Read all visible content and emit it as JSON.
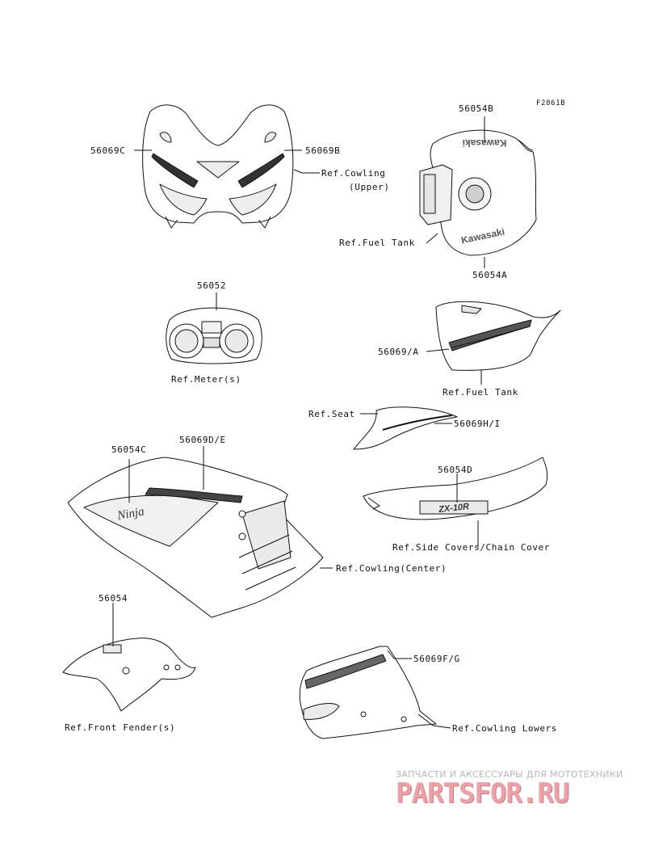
{
  "figure_id": "F2861B",
  "labels": {
    "p56069c": "56069C",
    "p56069b": "56069B",
    "ref_cowling_upper": "Ref.Cowling",
    "ref_cowling_upper_2": "(Upper)",
    "p56054b": "56054B",
    "ref_fuel_tank_1": "Ref.Fuel Tank",
    "p56054a": "56054A",
    "p56052": "56052",
    "ref_meter": "Ref.Meter(s)",
    "p56069a": "56069/A",
    "ref_fuel_tank_2": "Ref.Fuel Tank",
    "ref_seat": "Ref.Seat",
    "p56069hi": "56069H/I",
    "p56054c": "56054C",
    "p56069de": "56069D/E",
    "p56054d": "56054D",
    "ref_side_covers": "Ref.Side Covers/Chain Cover",
    "ref_cowling_center": "Ref.Cowling(Center)",
    "p56054": "56054",
    "p56069fg": "56069F/G",
    "ref_front_fender": "Ref.Front Fender(s)",
    "ref_cowling_lowers": "Ref.Cowling Lowers"
  },
  "decal_text": {
    "kawasaki": "Kawasaki",
    "ninja": "Ninja",
    "zx": "ZX-10R"
  },
  "watermark": {
    "subtitle": "ЗАПЧАСТИ И АКСЕССУАРЫ ДЛЯ МОТОТЕХНИКИ",
    "brand": "PARTSFOR.RU"
  },
  "colors": {
    "line": "#111111",
    "part_fill": "#ffffff",
    "shade": "#dcdcdc",
    "watermark_red": "#e9a2a8"
  }
}
